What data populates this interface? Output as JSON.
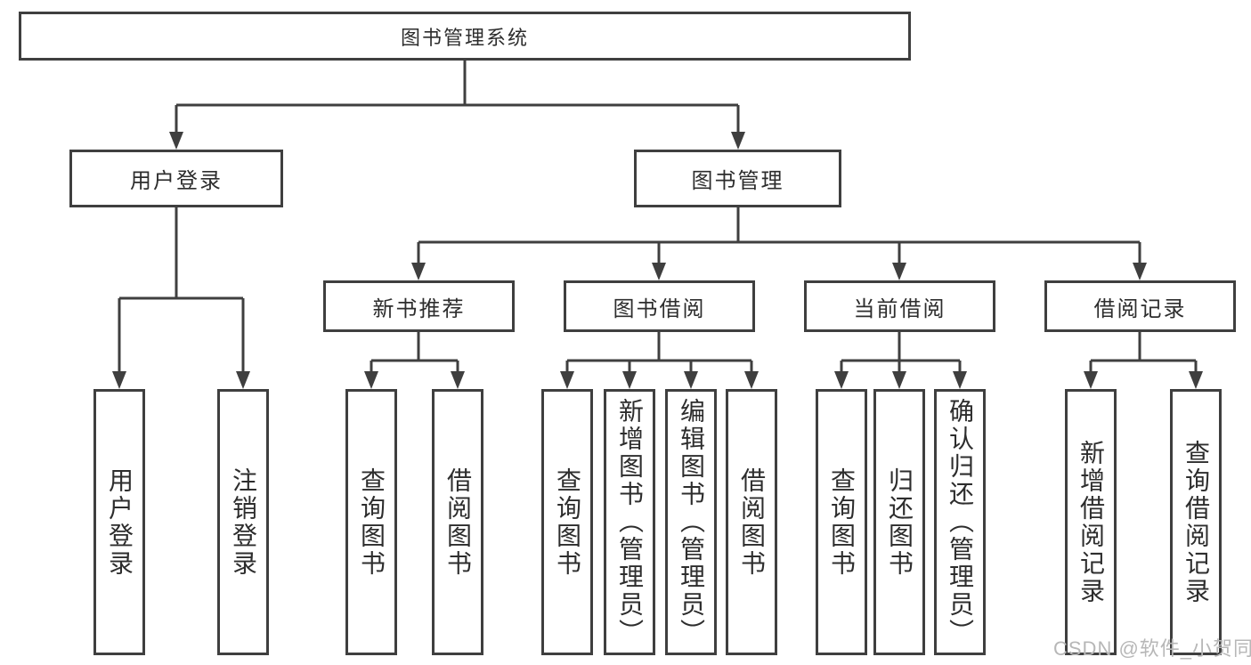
{
  "diagram": {
    "root": {
      "label": "图书管理系统"
    },
    "level2": [
      {
        "label": "用户登录"
      },
      {
        "label": "图书管理"
      }
    ],
    "level3": [
      {
        "label": "新书推荐"
      },
      {
        "label": "图书借阅"
      },
      {
        "label": "当前借阅"
      },
      {
        "label": "借阅记录"
      }
    ],
    "leaves": {
      "user_login": [
        "用户登录",
        "注销登录"
      ],
      "new_book_recommend": [
        "查询图书",
        "借阅图书"
      ],
      "book_borrow": [
        "查询图书",
        "新增图书（管理员）",
        "编辑图书（管理员）",
        "借阅图书"
      ],
      "current_borrow": [
        "查询图书",
        "归还图书",
        "确认归还（管理员）"
      ],
      "borrow_records": [
        "新增借阅记录",
        "查询借阅记录"
      ]
    }
  },
  "watermark": {
    "text": "CSDN @软件_小贺同学"
  },
  "colors": {
    "line": "#3f3f3f",
    "box_border": "#3f3f3f",
    "box_fill": "#ffffff",
    "text": "#2d2d2d",
    "watermark": "#b7b7b7"
  }
}
